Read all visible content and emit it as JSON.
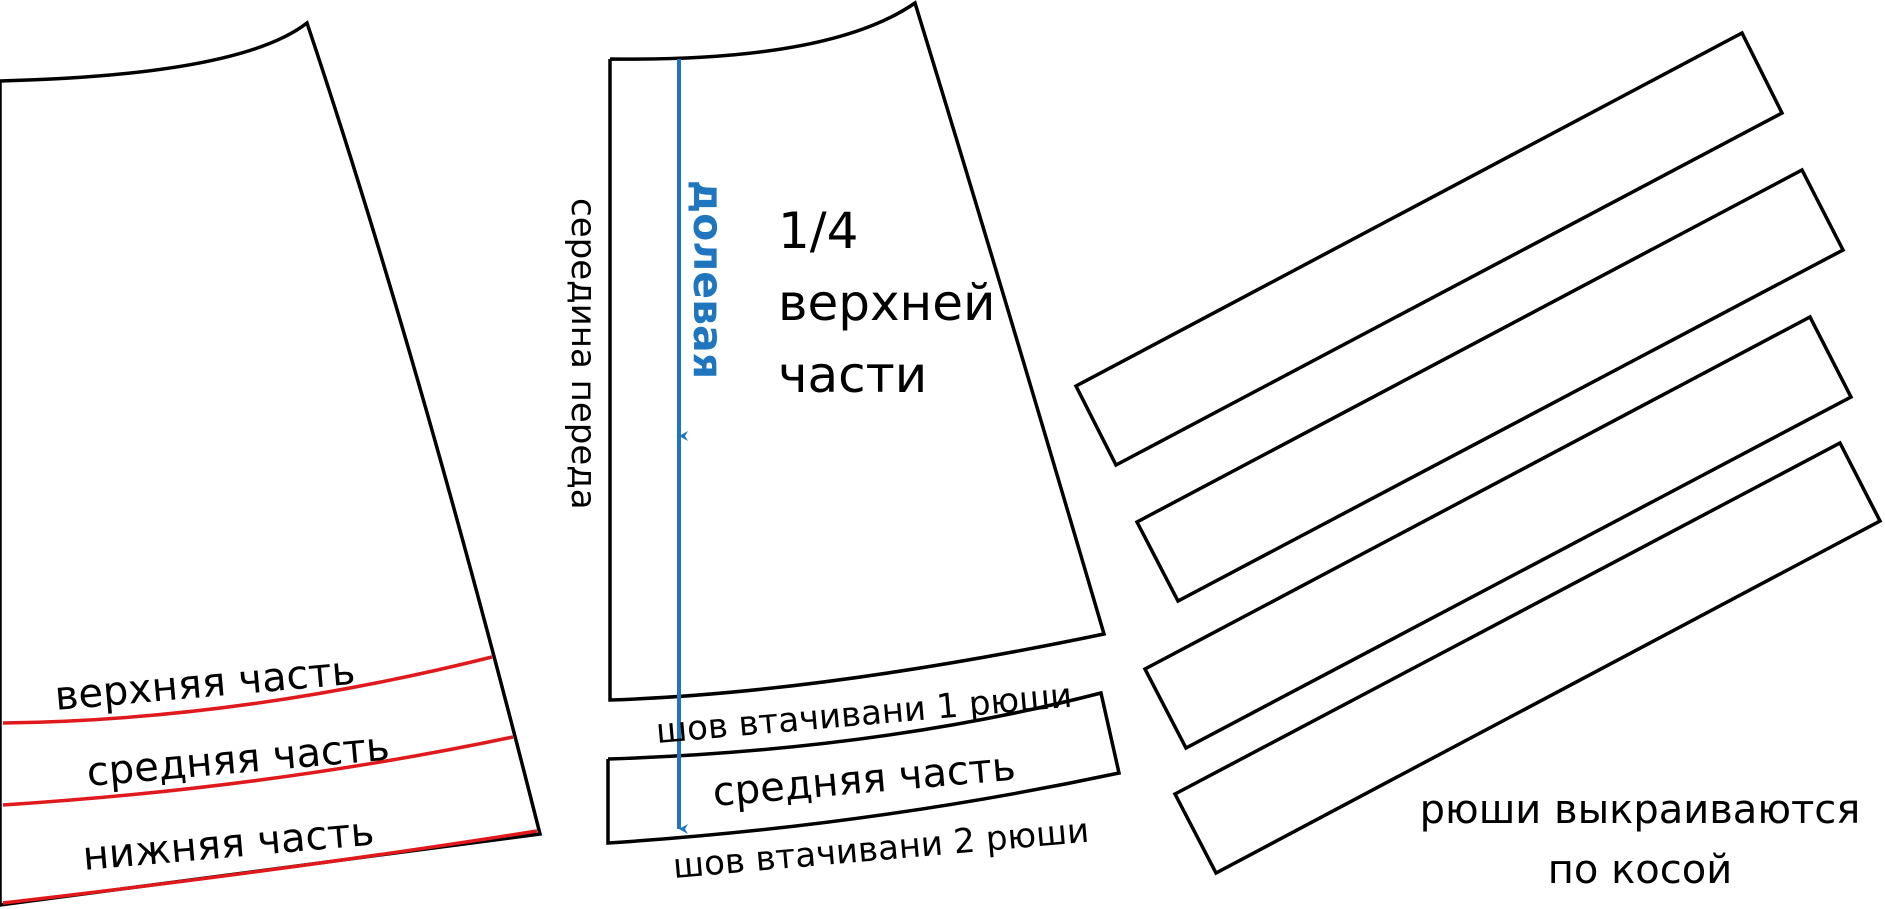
{
  "colors": {
    "outline": "#000000",
    "division_line": "#e0191d",
    "grain_arrow": "#1f76bf",
    "background": "#ffffff"
  },
  "left_panel": {
    "upper_label": "верхняя часть",
    "middle_label": "средняя часть",
    "lower_label": "нижняя часть"
  },
  "center_panel": {
    "center_front_label": "середина переда",
    "grain_label": "долевая",
    "piece_title_line1": "1/4",
    "piece_title_line2": "верхней",
    "piece_title_line3": "части",
    "seam1_label": "шов втачивани 1 рюши",
    "middle_piece_label": "средняя часть",
    "seam2_label": "шов втачивани 2 рюши"
  },
  "right_panel": {
    "strip_count": 4,
    "note_line1": "рюши выкраиваются",
    "note_line2": "по косой"
  }
}
